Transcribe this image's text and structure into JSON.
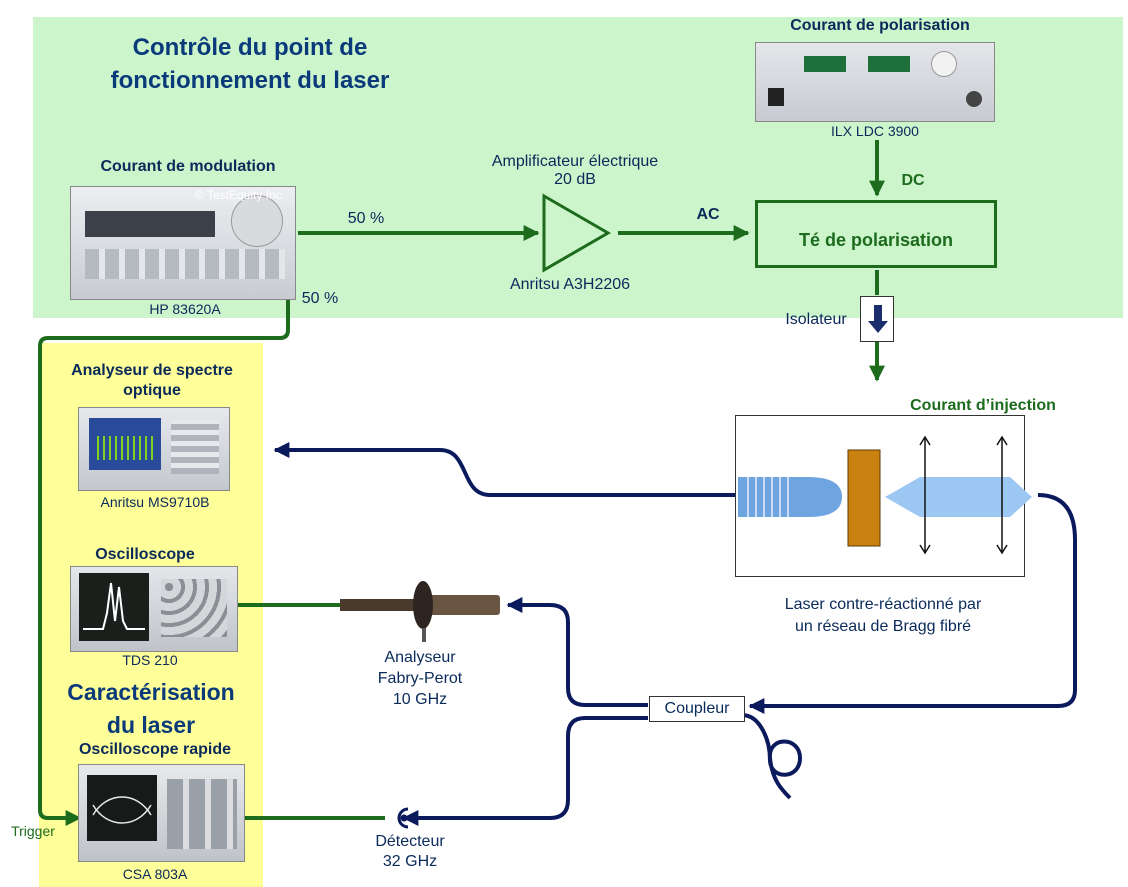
{
  "zones": {
    "control_title_line1": "Contrôle du point de",
    "control_title_line2": "fonctionnement du laser",
    "charac_title_line1": "Caractérisation",
    "charac_title_line2": "du laser"
  },
  "devices": {
    "bias_source": {
      "title": "Courant de polarisation",
      "caption": "ILX LDC 3900"
    },
    "mod_source": {
      "title": "Courant de modulation",
      "caption": "HP 83620A",
      "watermark": "© TestEquity Inc."
    },
    "amplifier": {
      "title_line1": "Amplificateur électrique",
      "title_line2": "20 dB",
      "caption": "Anritsu A3H2206"
    },
    "bias_tee": {
      "label": "Té de polarisation"
    },
    "isolator": {
      "label": "Isolateur"
    },
    "laser": {
      "injection_label": "Courant d’injection",
      "caption_line1": "Laser contre-réactionné par",
      "caption_line2": "un réseau de Bragg fibré"
    },
    "osa": {
      "title_line1": "Analyseur de spectre",
      "title_line2": "optique",
      "caption": "Anritsu MS9710B"
    },
    "scope": {
      "title": "Oscilloscope",
      "caption": "TDS 210"
    },
    "fast_scope": {
      "title": "Oscilloscope rapide",
      "caption": "CSA 803A",
      "trigger": "Trigger"
    },
    "fabry_perot": {
      "line1": "Analyseur",
      "line2": "Fabry-Perot",
      "line3": "10 GHz"
    },
    "coupler": {
      "label": "Coupleur"
    },
    "detector": {
      "line1": "Détecteur",
      "line2": "32 GHz"
    }
  },
  "links": {
    "split_a": "50 %",
    "split_b": "50 %",
    "ac": "AC",
    "dc": "DC"
  },
  "colors": {
    "electrical": "#1d6b1d",
    "optical": "#0b1a5c",
    "green_zone": "#ccf5cc",
    "yellow_zone": "#ffff99"
  }
}
